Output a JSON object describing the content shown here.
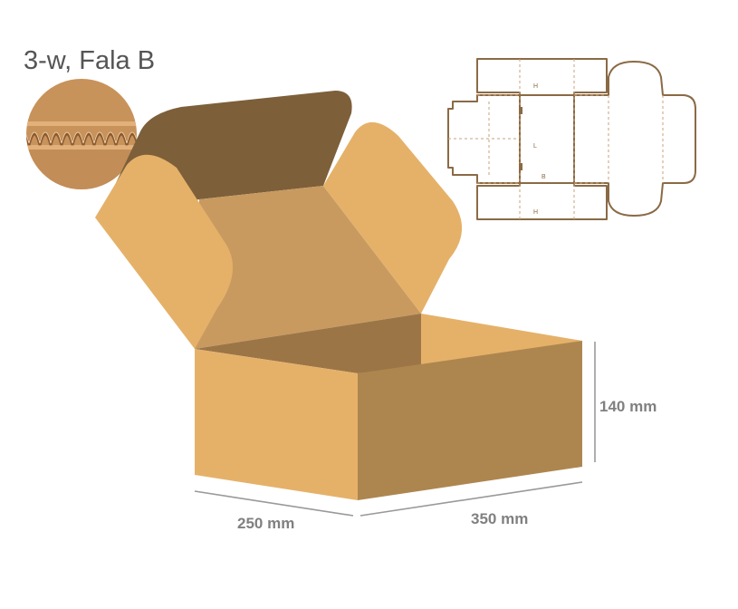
{
  "material": {
    "label": "3-w, Fala B"
  },
  "dimensions": {
    "width_label": "250 mm",
    "length_label": "350 mm",
    "height_label": "140 mm"
  },
  "die_cut": {
    "marks": [
      "H",
      "L",
      "B",
      "H"
    ]
  },
  "colors": {
    "cardboard_light": "#e5b169",
    "cardboard_mid": "#d3a060",
    "cardboard_inside": "#c89a5f",
    "cardboard_dark": "#ad864f",
    "cardboard_shadow": "#7d5f3a",
    "die_line": "#8a6a45",
    "dimension_line": "#999999"
  }
}
